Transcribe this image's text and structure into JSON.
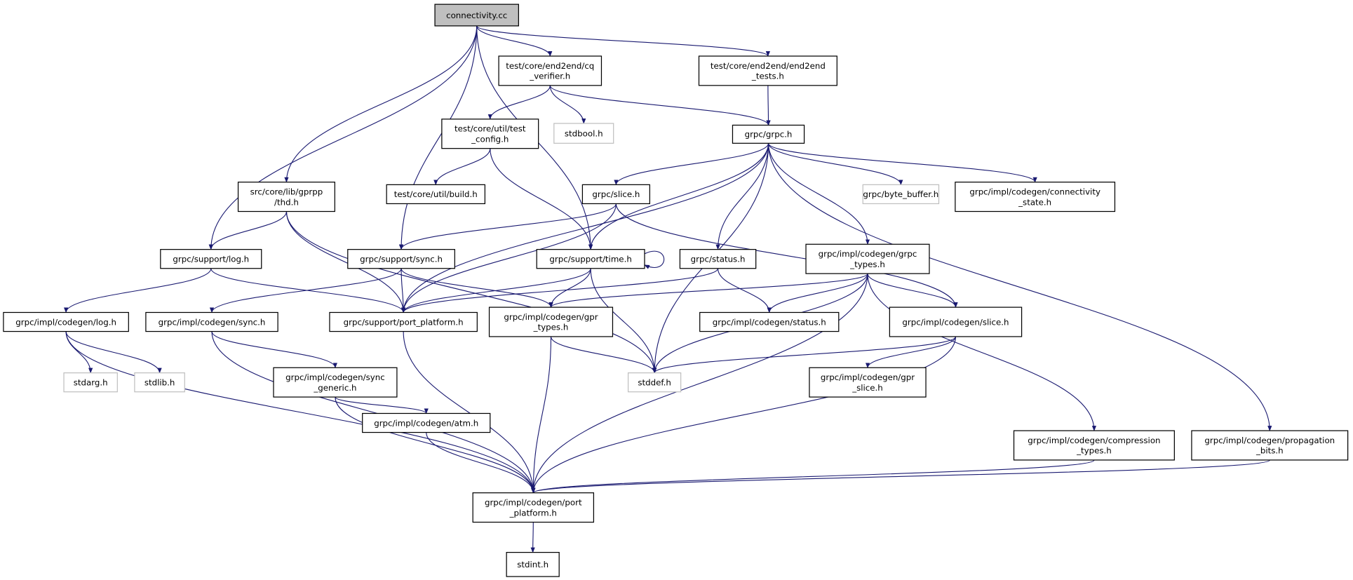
{
  "colors": {
    "edge": "#191970",
    "root_fill": "#bfbfbf",
    "external_border": "#bfbfbf"
  },
  "nodes": [
    {
      "id": "cc",
      "label": "connectivity.cc",
      "kind": "root"
    },
    {
      "id": "cqv",
      "label": "test/core/end2end/cq\n_verifier.h"
    },
    {
      "id": "e2e",
      "label": "test/core/end2end/end2end\n_tests.h"
    },
    {
      "id": "tcfg",
      "label": "test/core/util/test\n_config.h"
    },
    {
      "id": "stdbool",
      "label": "stdbool.h",
      "kind": "external"
    },
    {
      "id": "grpc",
      "label": "grpc/grpc.h"
    },
    {
      "id": "thd",
      "label": "src/core/lib/gprpp\n/thd.h"
    },
    {
      "id": "build",
      "label": "test/core/util/build.h"
    },
    {
      "id": "slice",
      "label": "grpc/slice.h"
    },
    {
      "id": "bytebuf",
      "label": "grpc/byte_buffer.h",
      "kind": "external"
    },
    {
      "id": "connstate",
      "label": "grpc/impl/codegen/connectivity\n_state.h"
    },
    {
      "id": "log",
      "label": "grpc/support/log.h"
    },
    {
      "id": "sync",
      "label": "grpc/support/sync.h"
    },
    {
      "id": "time",
      "label": "grpc/support/time.h"
    },
    {
      "id": "status",
      "label": "grpc/status.h"
    },
    {
      "id": "gtypes",
      "label": "grpc/impl/codegen/grpc\n_types.h"
    },
    {
      "id": "clog",
      "label": "grpc/impl/codegen/log.h"
    },
    {
      "id": "csync",
      "label": "grpc/impl/codegen/sync.h"
    },
    {
      "id": "spp",
      "label": "grpc/support/port_platform.h"
    },
    {
      "id": "gprtypes",
      "label": "grpc/impl/codegen/gpr\n_types.h"
    },
    {
      "id": "cstatus",
      "label": "grpc/impl/codegen/status.h"
    },
    {
      "id": "cslice",
      "label": "grpc/impl/codegen/slice.h"
    },
    {
      "id": "stdarg",
      "label": "stdarg.h",
      "kind": "external"
    },
    {
      "id": "stdlib",
      "label": "stdlib.h",
      "kind": "external"
    },
    {
      "id": "syncgen",
      "label": "grpc/impl/codegen/sync\n_generic.h"
    },
    {
      "id": "stddef",
      "label": "stddef.h",
      "kind": "external"
    },
    {
      "id": "gprslice",
      "label": "grpc/impl/codegen/gpr\n_slice.h"
    },
    {
      "id": "atm",
      "label": "grpc/impl/codegen/atm.h"
    },
    {
      "id": "comp",
      "label": "grpc/impl/codegen/compression\n_types.h"
    },
    {
      "id": "prop",
      "label": "grpc/impl/codegen/propagation\n_bits.h"
    },
    {
      "id": "cpp",
      "label": "grpc/impl/codegen/port\n_platform.h"
    },
    {
      "id": "stdint",
      "label": "stdint.h"
    }
  ],
  "edges": [
    [
      "cc",
      "cqv"
    ],
    [
      "cc",
      "e2e"
    ],
    [
      "cc",
      "log"
    ],
    [
      "cc",
      "thd"
    ],
    [
      "cc",
      "sync"
    ],
    [
      "cc",
      "time"
    ],
    [
      "cqv",
      "tcfg"
    ],
    [
      "cqv",
      "stdbool"
    ],
    [
      "cqv",
      "grpc"
    ],
    [
      "e2e",
      "grpc"
    ],
    [
      "tcfg",
      "build"
    ],
    [
      "tcfg",
      "time"
    ],
    [
      "grpc",
      "slice"
    ],
    [
      "grpc",
      "spp"
    ],
    [
      "grpc",
      "time"
    ],
    [
      "grpc",
      "status"
    ],
    [
      "grpc",
      "stddef"
    ],
    [
      "grpc",
      "gtypes"
    ],
    [
      "grpc",
      "bytebuf"
    ],
    [
      "grpc",
      "connstate"
    ],
    [
      "grpc",
      "prop"
    ],
    [
      "thd",
      "log"
    ],
    [
      "thd",
      "spp"
    ],
    [
      "thd",
      "stddef"
    ],
    [
      "slice",
      "sync"
    ],
    [
      "slice",
      "spp"
    ],
    [
      "slice",
      "cslice"
    ],
    [
      "log",
      "clog"
    ],
    [
      "log",
      "spp"
    ],
    [
      "sync",
      "csync"
    ],
    [
      "sync",
      "spp"
    ],
    [
      "sync",
      "gprtypes"
    ],
    [
      "time",
      "time"
    ],
    [
      "time",
      "spp"
    ],
    [
      "time",
      "gprtypes"
    ],
    [
      "time",
      "stddef"
    ],
    [
      "status",
      "spp"
    ],
    [
      "status",
      "cstatus"
    ],
    [
      "gtypes",
      "gprtypes"
    ],
    [
      "gtypes",
      "cstatus"
    ],
    [
      "gtypes",
      "cslice"
    ],
    [
      "gtypes",
      "stddef"
    ],
    [
      "gtypes",
      "cpp"
    ],
    [
      "gtypes",
      "comp"
    ],
    [
      "clog",
      "stdarg"
    ],
    [
      "clog",
      "stdlib"
    ],
    [
      "clog",
      "cpp"
    ],
    [
      "csync",
      "syncgen"
    ],
    [
      "csync",
      "cpp"
    ],
    [
      "spp",
      "cpp"
    ],
    [
      "gprtypes",
      "stddef"
    ],
    [
      "gprtypes",
      "cpp"
    ],
    [
      "cslice",
      "stddef"
    ],
    [
      "cslice",
      "gprslice"
    ],
    [
      "cslice",
      "cpp"
    ],
    [
      "syncgen",
      "atm"
    ],
    [
      "syncgen",
      "cpp"
    ],
    [
      "atm",
      "cpp"
    ],
    [
      "comp",
      "cpp"
    ],
    [
      "prop",
      "cpp"
    ],
    [
      "cpp",
      "stdint"
    ]
  ]
}
